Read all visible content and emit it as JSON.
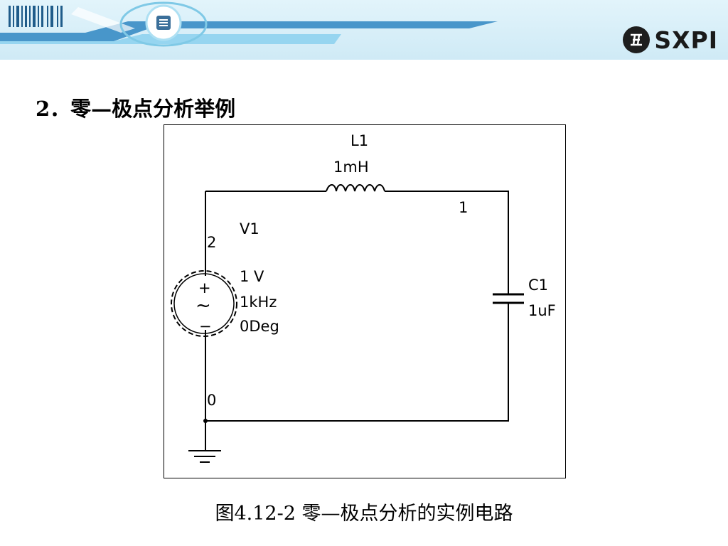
{
  "header": {
    "logo_text": "SXPI",
    "logo_icon": "sxpi-emblem-icon",
    "accent_color": "#7fc9e6"
  },
  "slide": {
    "heading": "2．零—极点分析举例",
    "caption": "图4.12-2  零—极点分析的实例电路"
  },
  "circuit": {
    "inductor": {
      "name": "L1",
      "value": "1mH"
    },
    "source": {
      "name": "V1",
      "amplitude": "1 V",
      "frequency": "1kHz",
      "phase": "0Deg"
    },
    "capacitor": {
      "name": "C1",
      "value": "1uF"
    },
    "nodes": {
      "n1": "1",
      "n2": "2",
      "n0": "0"
    },
    "source_plus": "+",
    "source_minus": "−",
    "source_wave": "~"
  }
}
